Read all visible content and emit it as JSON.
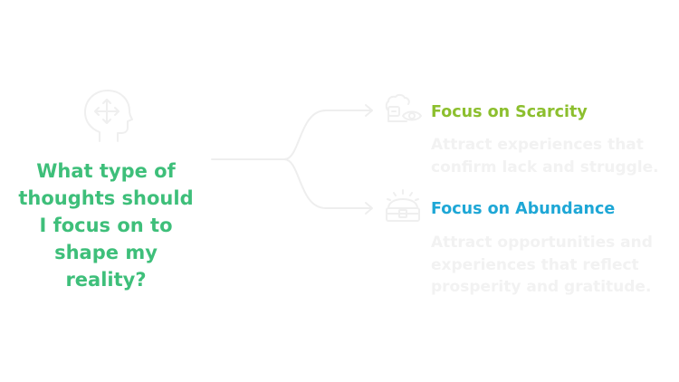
{
  "question": {
    "text": "What type of thoughts should I focus on to shape my reality?",
    "color": "#3ebf7a"
  },
  "options": [
    {
      "title": "Focus on Scarcity",
      "description": "Attract experiences that confirm lack and struggle.",
      "color": "#8cbf2e",
      "icon": "brain-eye-icon"
    },
    {
      "title": "Focus on Abundance",
      "description": "Attract opportunities and experiences that reflect prosperity and gratitude.",
      "color": "#1ea7d6",
      "icon": "treasure-chest-icon"
    }
  ],
  "colors": {
    "faint": "#eeeeee",
    "faint_text": "#f2f2f2"
  },
  "icons": {
    "question": "head-arrows-icon"
  }
}
